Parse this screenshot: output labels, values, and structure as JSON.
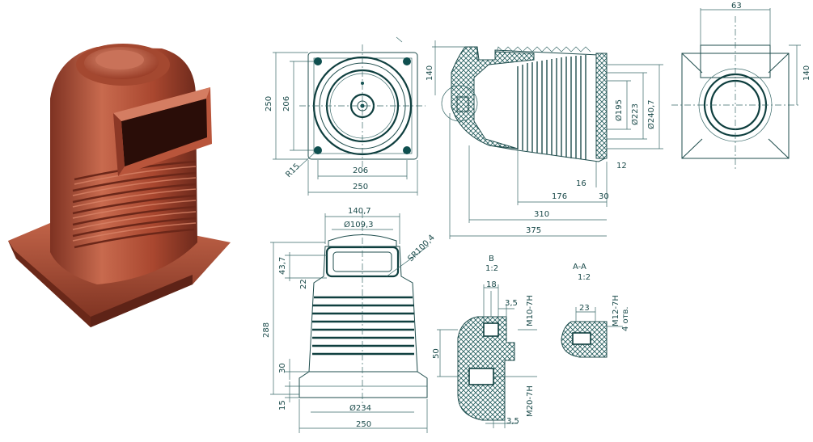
{
  "colors": {
    "body": "#b5533a",
    "body_dark": "#7e3222",
    "body_light": "#d9826a",
    "line": "#1f4d4d"
  },
  "product_render": {
    "name": "contact box insulator 3D render"
  },
  "top_view": {
    "height_outer": "250",
    "height_inner": "206",
    "width_inner": "206",
    "width_outer": "250",
    "hole_label": "R15"
  },
  "side_section": {
    "flange_height": "140",
    "d1": "Ø195",
    "d2": "Ø223",
    "d3": "Ø240,7",
    "len_16": "16",
    "len_12": "12",
    "len_176": "176",
    "len_30": "30",
    "len_310": "310",
    "len_375": "375"
  },
  "end_view": {
    "top_dim": "63",
    "right_dim": "140"
  },
  "front_view": {
    "top_width": "140,7",
    "inner_dia": "Ø109,3",
    "sphere_label": "SR100,4",
    "h_43_7": "43,7",
    "h_22": "22",
    "h_288": "288",
    "h_30": "30",
    "h_15": "15",
    "base_dia": "Ø234",
    "base_width": "250"
  },
  "detail_b": {
    "title": "B",
    "scale": "1:2",
    "d_18": "18",
    "d_3_5_top": "3,5",
    "thread_m10": "M10-7H",
    "d_50": "50",
    "thread_m20": "M20-7H",
    "d_3_5_bot": "3,5"
  },
  "section_aa": {
    "title": "A-A",
    "scale": "1:2",
    "d_23": "23",
    "thread_m12": "M12-7H",
    "count": "4 отв."
  }
}
